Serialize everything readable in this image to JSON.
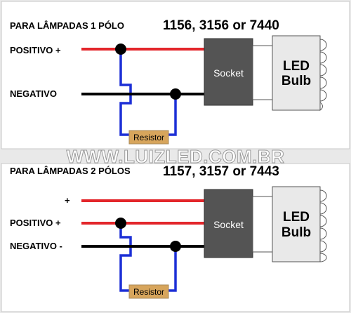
{
  "panel_top": {
    "title": "PARA LÂMPADAS 1 PÓLO",
    "codes": "1156, 3156 or 7440",
    "wire_labels": [
      "POSITIVO  +",
      "NEGATIVO"
    ],
    "socket_label": "Socket",
    "bulb_label_line1": "LED",
    "bulb_label_line2": "Bulb",
    "resistor_label": "Resistor"
  },
  "watermark": "WWW.LUIZLED.COM.BR",
  "panel_bottom": {
    "title": "PARA LÂMPADAS 2 PÓLOS",
    "codes": "1157, 3157 or 7443",
    "wire_labels": [
      "+",
      "POSITIVO  +",
      "NEGATIVO  -"
    ],
    "socket_label": "Socket",
    "bulb_label_line1": "LED",
    "bulb_label_line2": "Bulb",
    "resistor_label": "Resistor"
  },
  "colors": {
    "positive_wire": "#e3262b",
    "negative_wire": "#000000",
    "resistor_wire": "#1c2fd6",
    "socket": "#545454",
    "resistor_body": "#d7a55c",
    "panel_bg": "#ffffff",
    "separator": "#e9e9e9"
  }
}
